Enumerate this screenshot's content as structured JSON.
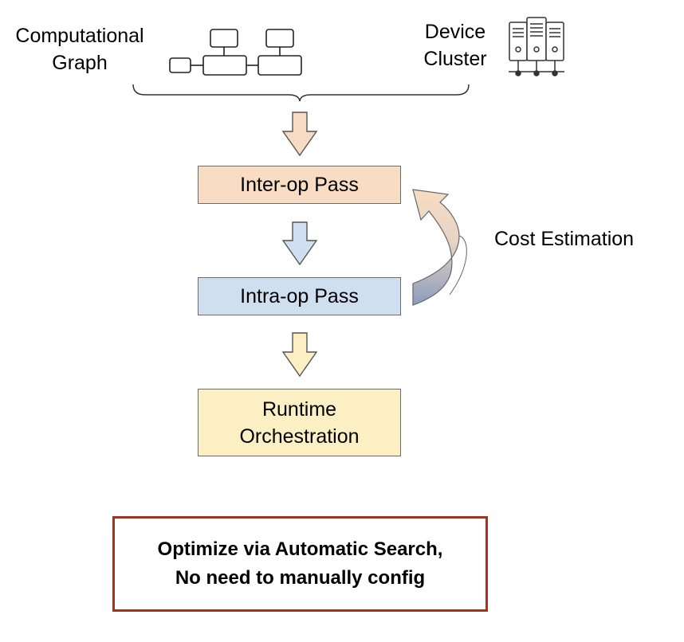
{
  "inputs": {
    "graph_label_line1": "Computational",
    "graph_label_line2": "Graph",
    "cluster_label_line1": "Device",
    "cluster_label_line2": "Cluster"
  },
  "stages": {
    "inter_op": "Inter-op Pass",
    "intra_op": "Intra-op Pass",
    "runtime_line1": "Runtime",
    "runtime_line2": "Orchestration"
  },
  "feedback": {
    "label": "Cost Estimation"
  },
  "callout": {
    "line1_prefix": "Optimize via ",
    "line1_bold": "Automatic Search,",
    "line2": "No need to manually config"
  },
  "colors": {
    "inter_op_fill": "#f8dcc4",
    "intra_op_fill": "#d0dff0",
    "runtime_fill": "#fcefc4",
    "callout_border": "#a23424",
    "feedback_arrow_top": "#f5d7ba",
    "feedback_arrow_bottom": "#8a9bbb"
  },
  "icons": [
    "graph-icon",
    "server-cluster-icon",
    "down-arrow-icon",
    "curved-feedback-arrow-icon"
  ]
}
